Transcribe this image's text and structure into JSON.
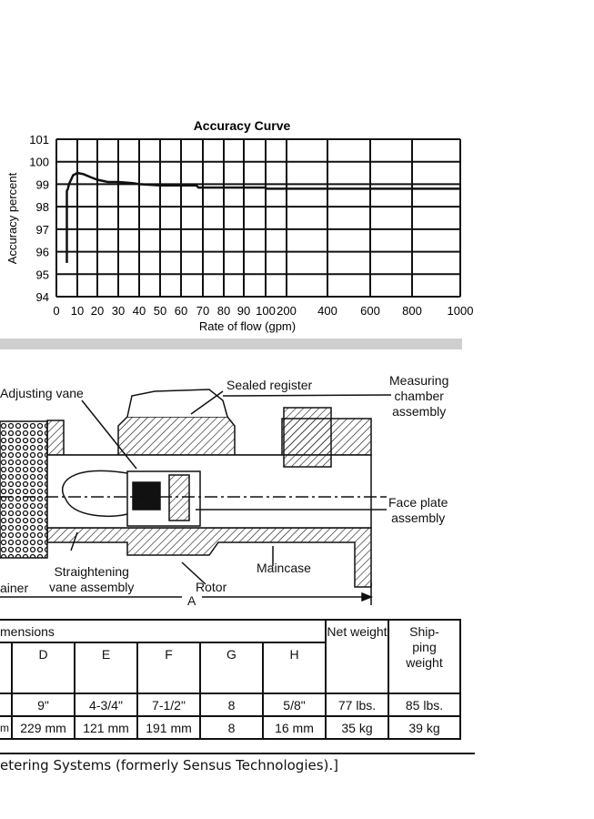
{
  "chart_data": {
    "type": "line",
    "title": "Accuracy Curve",
    "xlabel": "Rate of flow (gpm)",
    "ylabel": "Accuracy percent",
    "ylim": [
      94,
      101
    ],
    "yticks": [
      "94",
      "95",
      "96",
      "97",
      "98",
      "99",
      "100",
      "101"
    ],
    "xticks": [
      "0",
      "10",
      "20",
      "30",
      "40",
      "50",
      "60",
      "70",
      "80",
      "90",
      "100",
      "200",
      "400",
      "600",
      "800",
      "1000"
    ],
    "xtick_values": [
      0,
      10,
      20,
      30,
      40,
      50,
      60,
      70,
      80,
      90,
      100,
      200,
      400,
      600,
      800,
      1000
    ],
    "grid": true,
    "series": [
      {
        "name": "Accuracy",
        "x": [
          5,
          5,
          5.5,
          6,
          7,
          8,
          10,
          13,
          17,
          20,
          25,
          30,
          37,
          40,
          50,
          67,
          68,
          100,
          101,
          1000
        ],
        "y": [
          95.5,
          98.7,
          98.8,
          99.0,
          99.2,
          99.4,
          99.5,
          99.45,
          99.3,
          99.2,
          99.1,
          99.1,
          99.05,
          99.0,
          98.95,
          98.95,
          98.85,
          98.85,
          98.8,
          98.8
        ]
      }
    ]
  },
  "diagram": {
    "labels": {
      "adjusting_vane": "Adjusting vane",
      "sealed_register": "Sealed register",
      "measuring_chamber": [
        "Measuring",
        "chamber",
        "assembly"
      ],
      "face_plate": [
        "Face plate",
        "assembly"
      ],
      "straightening_vane": [
        "Straightening",
        "vane assembly"
      ],
      "rotor": "Rotor",
      "maincase": "Maincase",
      "strainer": "ainer",
      "dimension_a": "A"
    }
  },
  "table": {
    "group_header": "mensions",
    "columns": [
      "D",
      "E",
      "F",
      "G",
      "H"
    ],
    "net_weight": "Net weight",
    "shipping_weight": [
      "Ship-",
      "ping",
      "weight"
    ],
    "rows": [
      [
        "9\"",
        "4-3/4\"",
        "7-1/2\"",
        "8",
        "5/8\"",
        "77 lbs.",
        "85 lbs."
      ],
      [
        "229 mm",
        "121 mm",
        "191 mm",
        "8",
        "16 mm",
        "35 kg",
        "39 kg"
      ]
    ],
    "row2_partial": "m"
  },
  "footer": "etering Systems (formerly Sensus Technologies).]"
}
